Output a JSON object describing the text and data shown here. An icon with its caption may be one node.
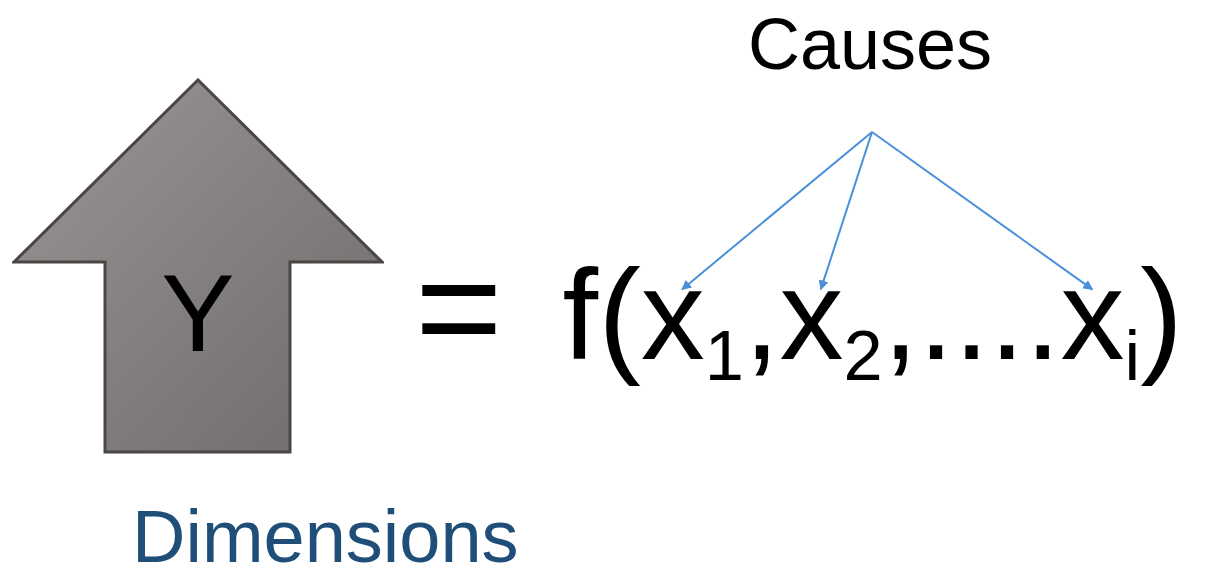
{
  "diagram": {
    "nodes": [
      {
        "text": [
          "Causes"
        ]
      },
      {
        "text": [
          "x$_{1}$"
        ]
      },
      {
        "text": [
          "x$_{2}$"
        ]
      },
      {
        "text": [
          "x$_{i}$"
        ]
      },
      {
        "text": [
          "Y"
        ],
        "beside": [
          "Dimensions"
        ]
      }
    ],
    "edges": [
      {
        "from": 0,
        "to": 1,
        "arrow": "to"
      },
      {
        "from": 0,
        "to": 2,
        "arrow": "to"
      },
      {
        "from": 0,
        "to": 3,
        "arrow": "to"
      }
    ],
    "labels": [
      "=",
      "f(",
      ",",
      ",....",
      ")"
    ]
  }
}
